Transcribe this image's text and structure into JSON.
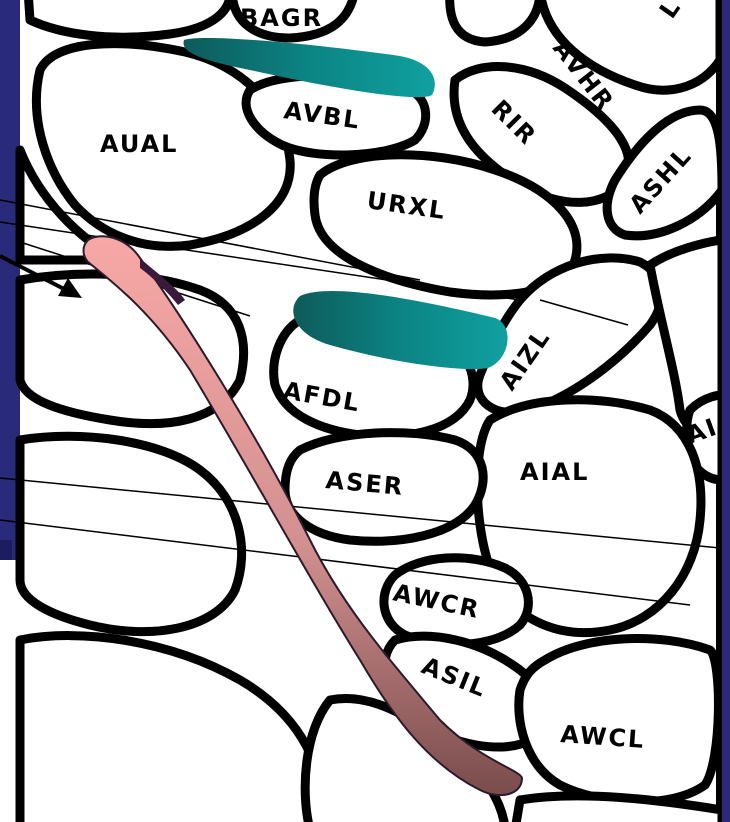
{
  "colors": {
    "background": "#2a2a7a",
    "panel": "#ffffff",
    "outline": "#000000",
    "teal_marker": "#008080",
    "pink_marker_top": "#f4a6a6",
    "pink_marker_bottom": "#7a4a4a"
  },
  "labels": {
    "bagr": "BAGR",
    "avhr": "AVHR",
    "aual": "AUAL",
    "avbl": "AVBL",
    "rir": "RIR",
    "ashl": "ASHL",
    "urxl": "URXL",
    "aizl": "AIZL",
    "afdl": "AFDL",
    "ai": "AI",
    "aial": "AIAL",
    "aser": "ASER",
    "awcr": "AWCR",
    "asil": "ASIL",
    "awcl": "AWCL",
    "l_partial": "L"
  },
  "icons": {
    "arrow": "arrow-pointer-icon"
  }
}
